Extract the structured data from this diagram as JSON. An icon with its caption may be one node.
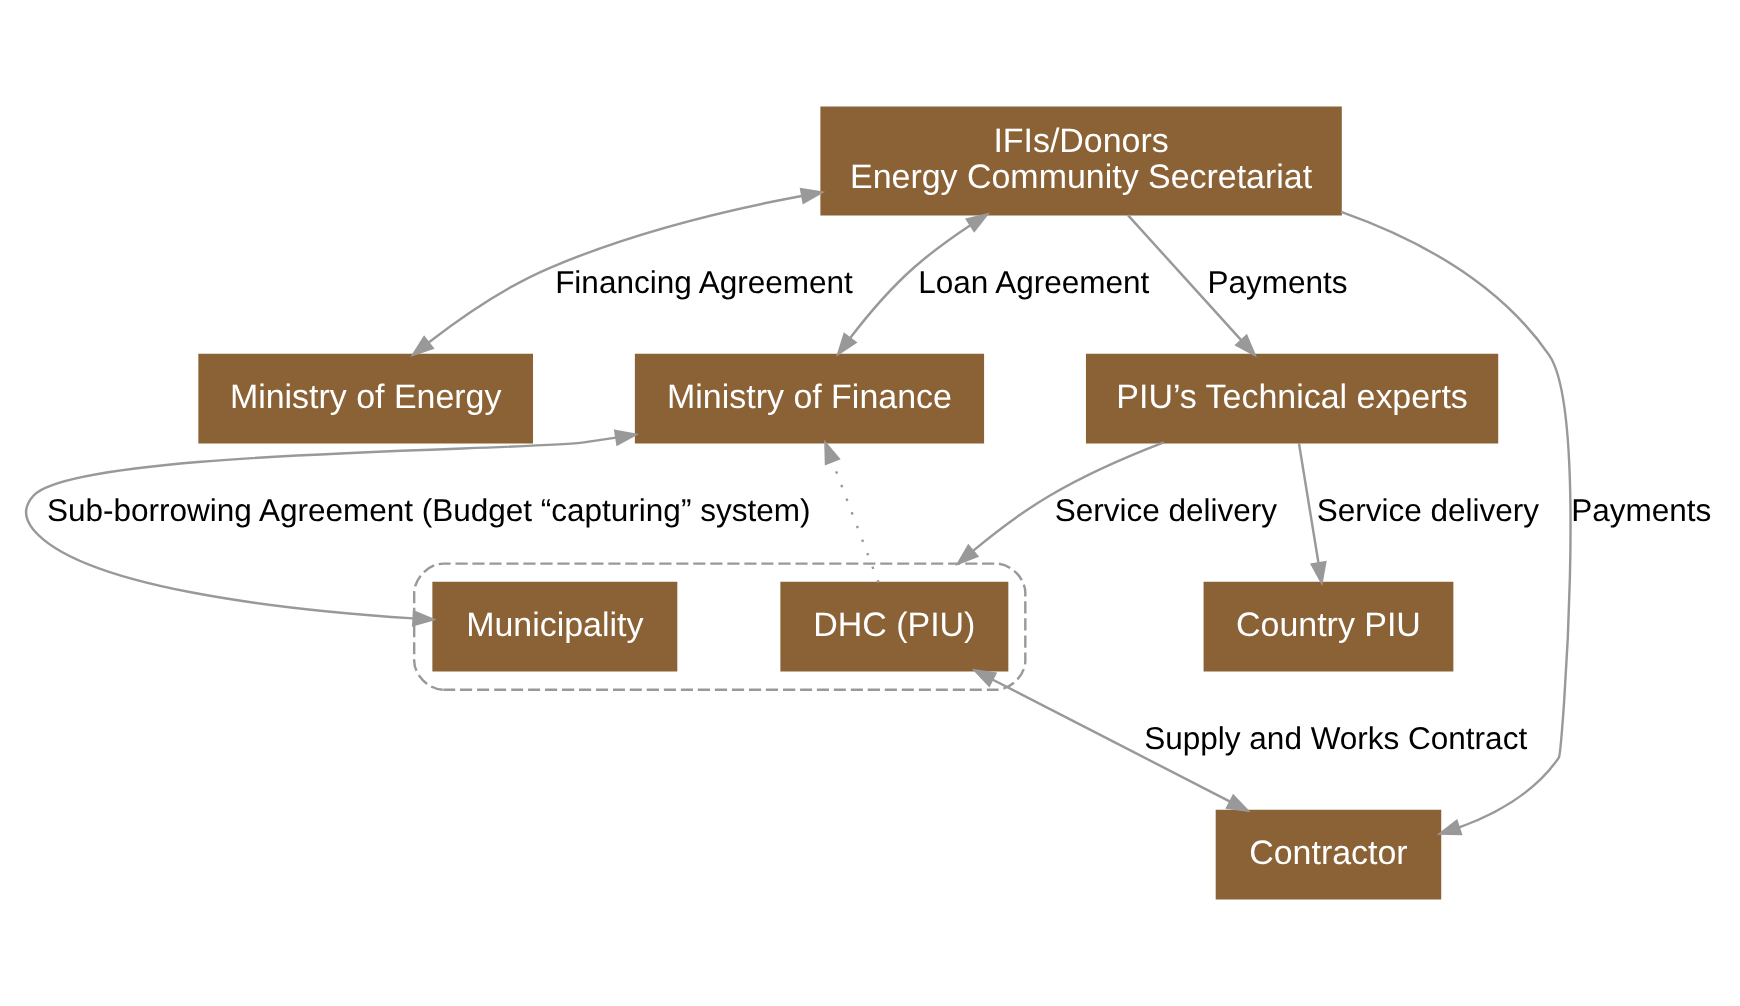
{
  "diagram": {
    "nodes": [
      {
        "text": [
          "IFIs/Donors",
          "Energy Community Secretariat"
        ]
      },
      {
        "text": [
          "Ministry of Energy"
        ]
      },
      {
        "text": [
          "Country PIU"
        ]
      },
      {
        "text": [
          "Ministry of Finance"
        ]
      },
      {
        "text": [
          "PIU’s Technical experts"
        ]
      },
      {
        "text": [],
        "shape": "box"
      },
      {
        "text": [
          "DHC (PIU)"
        ],
        "in": 5
      },
      {
        "text": [
          "Municipality"
        ],
        "in": 5
      },
      {
        "text": [
          "Contractor"
        ]
      }
    ],
    "edges": [
      {
        "from": 0,
        "to": 4,
        "arrow": "to",
        "label": "Payments"
      },
      {
        "from": 0,
        "to": 1,
        "arrow": "both",
        "label": "Financing Agreement"
      },
      {
        "from": 0,
        "to": 3,
        "arrow": "both",
        "label": "Loan Agreement"
      },
      {
        "from": 0,
        "to": 8,
        "arrow": "to",
        "label": "Payments"
      },
      {
        "from": 4,
        "to": 2,
        "arrow": "to",
        "label": "Service delivery"
      },
      {
        "from": 4,
        "to": 5,
        "arrow": "to",
        "label": "Service delivery"
      },
      {
        "from": 6,
        "to": 3,
        "arrow": "to",
        "style": "dashed"
      },
      {
        "from": 3,
        "to": 7,
        "arrow": "both",
        "label": "Sub-borrowing Agreement (Budget “capturing” system)"
      },
      {
        "from": 6,
        "to": 8,
        "arrow": "both",
        "label": "Supply and Works Contract"
      }
    ]
  }
}
